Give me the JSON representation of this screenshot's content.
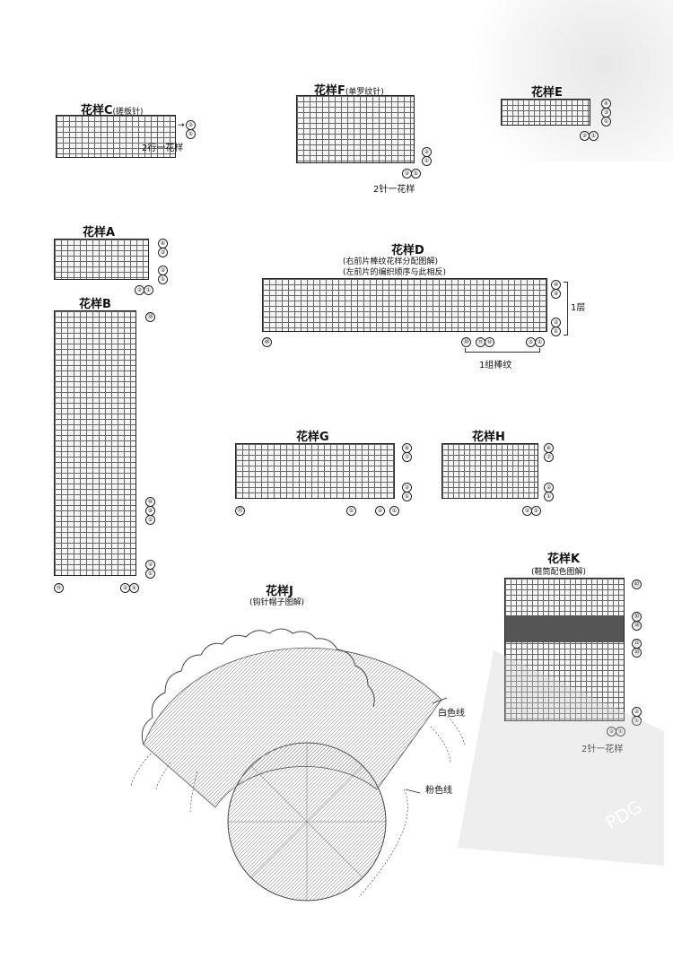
{
  "patternC": {
    "title": "花样C",
    "sub": "(搓板针)",
    "note": "2行一花样"
  },
  "patternF": {
    "title": "花样F",
    "sub": "(单罗纹针)",
    "note": "2针一花样"
  },
  "patternE": {
    "title": "花样E"
  },
  "patternA": {
    "title": "花样A"
  },
  "patternD": {
    "title": "花样D",
    "sub1": "(右前片棒纹花样分配图解)",
    "sub2": "(左前片的编织顺序与此相反)",
    "layer": "1层",
    "group": "1组棒纹"
  },
  "patternB": {
    "title": "花样B"
  },
  "patternG": {
    "title": "花样G"
  },
  "patternH": {
    "title": "花样H"
  },
  "patternK": {
    "title": "花样K",
    "sub": "(鞋筒配色图解)",
    "note": "2针一花样"
  },
  "patternJ": {
    "title": "花样J",
    "sub": "(钩针帽子图解)",
    "white": "白色线",
    "pink": "粉色线"
  },
  "watermark": {
    "text": "PDG"
  },
  "colors": {
    "ink": "#111111",
    "grid": "#666666",
    "band": "#555555",
    "paper": "#ffffff"
  }
}
